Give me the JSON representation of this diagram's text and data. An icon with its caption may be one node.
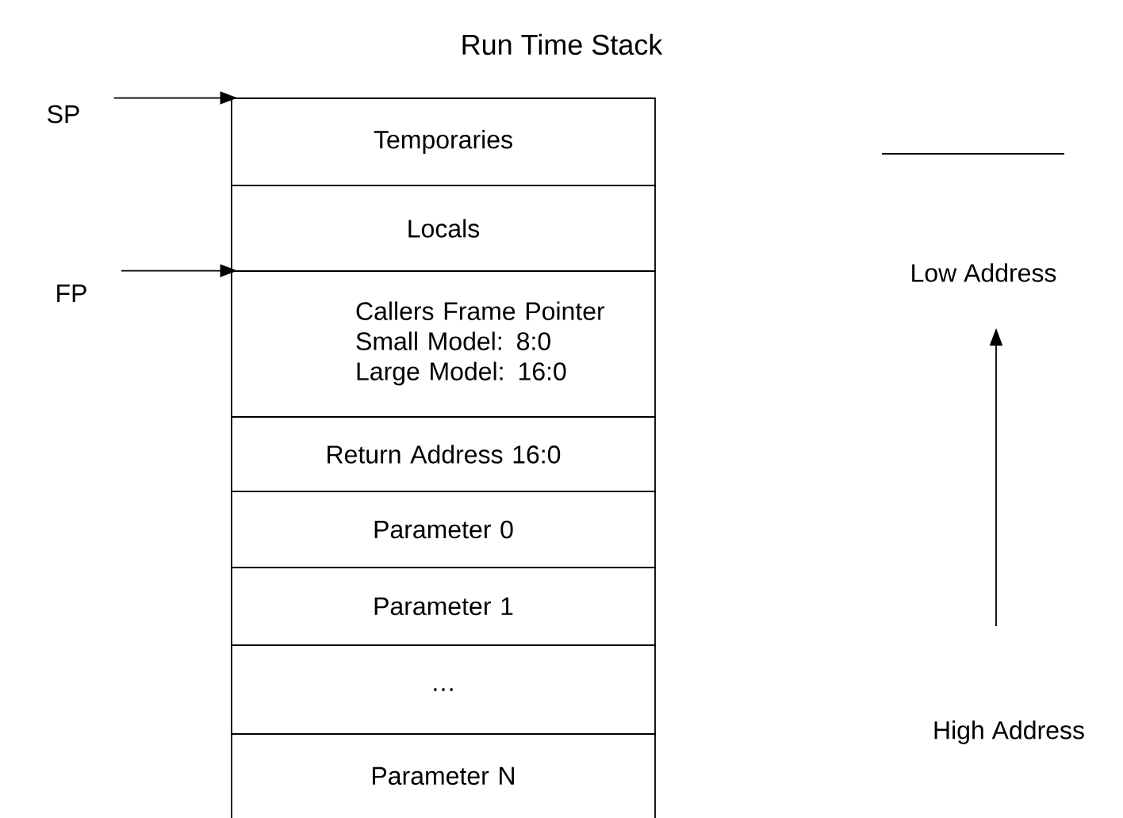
{
  "diagram": {
    "title": "Run Time Stack",
    "nodes": [
      {
        "text": [
          "SP"
        ]
      },
      {
        "text": [
          "Temporaries"
        ]
      },
      {
        "text": [
          "Locals"
        ]
      },
      {
        "text": [
          "FP"
        ]
      },
      {
        "text": [
          "Callers Frame Pointer",
          "Small Model: 8:0",
          "Large Model: 16:0"
        ]
      },
      {
        "text": [
          "Return Address 16:0"
        ]
      },
      {
        "text": [
          "Parameter 0"
        ]
      },
      {
        "text": [
          "Parameter 1"
        ]
      },
      {
        "text": [
          "…"
        ]
      },
      {
        "text": [
          "Parameter N"
        ]
      }
    ],
    "edges": [
      {
        "from": 0,
        "to": 1,
        "arrow": "to"
      },
      {
        "from": 3,
        "to": 4,
        "arrow": "to"
      }
    ],
    "labels": [
      "Low Address",
      "High Address"
    ]
  }
}
